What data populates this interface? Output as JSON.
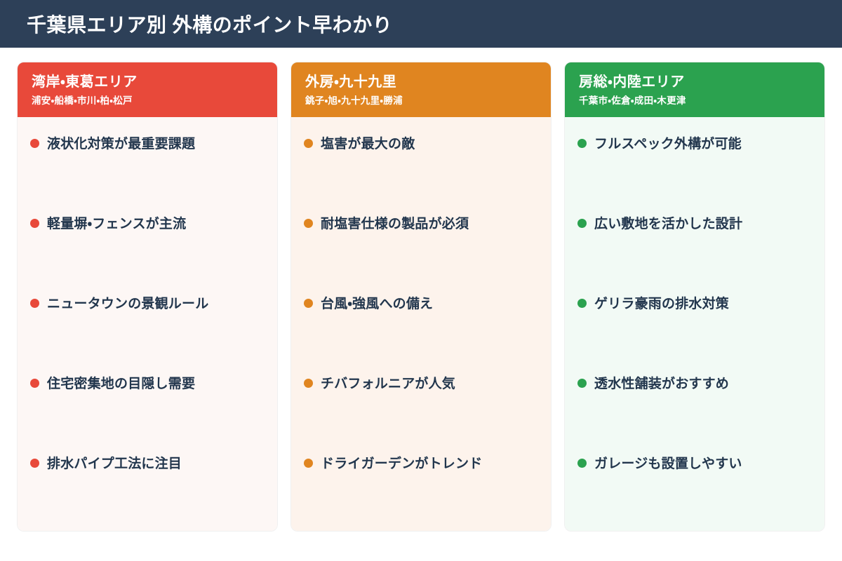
{
  "header": {
    "title": "千葉県エリア別 外構のポイント早わかり",
    "background_color": "#2d4058",
    "text_color": "#ffffff"
  },
  "page": {
    "background_color": "#ffffff"
  },
  "cards": [
    {
      "id": "wangan-tokatsu",
      "title": "湾岸・東葛エリア",
      "subtitle": "浦安・船橋・市川・柏・松戸",
      "accent_color": "#e8493a",
      "body_background": "#fdf7f5",
      "points": [
        "液状化対策が最重要課題",
        "軽量塀・フェンスが主流",
        "ニュータウンの景観ルール",
        "住宅密集地の目隠し需要",
        "排水パイプ工法に注目"
      ]
    },
    {
      "id": "sotobo-kujukuri",
      "title": "外房・九十九里",
      "subtitle": "銚子・旭・九十九里・勝浦",
      "accent_color": "#e08520",
      "body_background": "#fdf3ec",
      "points": [
        "塩害が最大の敵",
        "耐塩害仕様の製品が必須",
        "台風・強風への備え",
        "チバフォルニアが人気",
        "ドライガーデンがトレンド"
      ]
    },
    {
      "id": "boso-nairiku",
      "title": "房総・内陸エリア",
      "subtitle": "千葉市・佐倉・成田・木更津",
      "accent_color": "#2ba24f",
      "body_background": "#f2faf5",
      "points": [
        "フルスペック外構が可能",
        "広い敷地を活かした設計",
        "ゲリラ豪雨の排水対策",
        "透水性舗装がおすすめ",
        "ガレージも設置しやすい"
      ]
    }
  ]
}
